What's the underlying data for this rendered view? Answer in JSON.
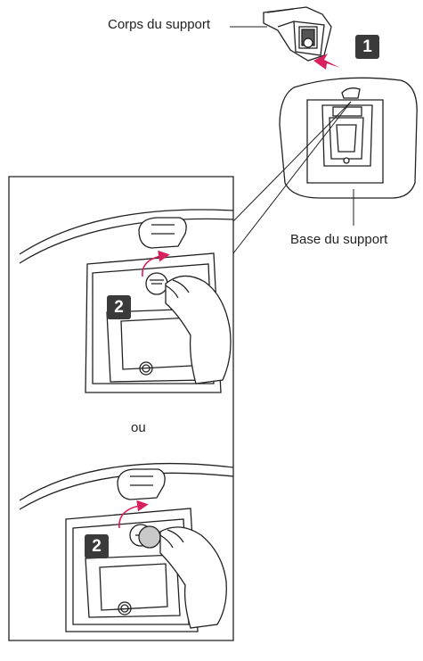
{
  "labels": {
    "stand_body": "Corps du support",
    "stand_base": "Base du support",
    "or": "ou"
  },
  "steps": {
    "step1": "1",
    "step2_top": "2",
    "step2_bottom": "2"
  },
  "colors": {
    "arrow": "#d8205c",
    "badge": "#3a3a3a",
    "line": "#222222"
  }
}
